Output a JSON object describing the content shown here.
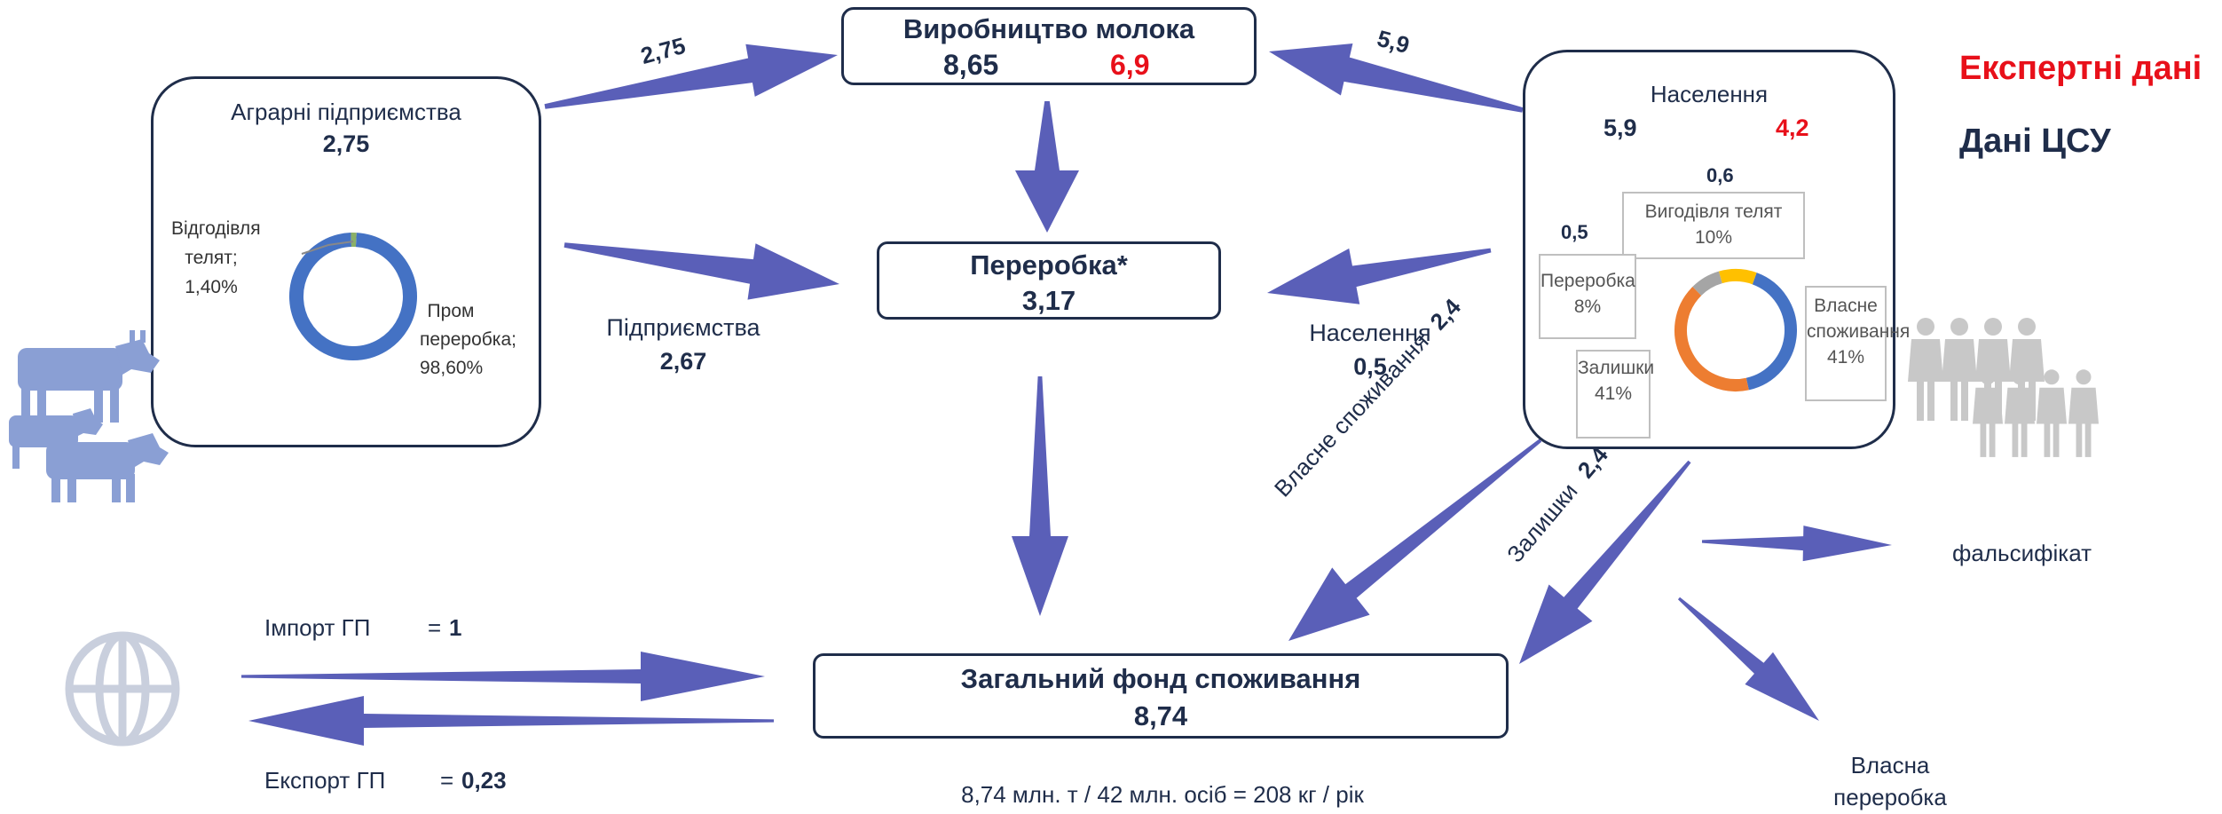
{
  "milk_production": {
    "title": "Виробництво молока",
    "value_stat": "8,65",
    "value_expert": "6,9"
  },
  "agrarian": {
    "title": "Аграрні підприємства",
    "value": "2,75",
    "donut_label_calves": "Відгодівля телят; 1,40%",
    "donut_label_industry": "Пром переробка; 98,60%"
  },
  "processing": {
    "title": "Переробка*",
    "value": "3,17"
  },
  "population": {
    "title": "Населення",
    "value_stat": "5,9",
    "value_expert": "4,2",
    "val_calves": "0,6",
    "val_processing": "0,5",
    "callout_calves": "Вигодівля телят 10%",
    "callout_processing": "Переробка 8%",
    "callout_own": "Власне споживання 41%",
    "callout_surplus": "Залишки 41%"
  },
  "fund": {
    "title": "Загальний фонд споживання",
    "value": "8,74"
  },
  "formula": "8,74 млн. т / 42 млн. осіб = 208 кг / рік",
  "arrows": {
    "agrarian_to_milk": "2,75",
    "population_to_milk": "5,9",
    "enterprises_label": "Підприємства",
    "enterprises_value": "2,67",
    "population_label": "Населення",
    "population_value": "0,5",
    "own_consumption_label": "Власне споживання",
    "own_consumption_value": "2,4",
    "surplus_label": "Залишки",
    "surplus_value": "2,4"
  },
  "trade": {
    "import_label": "Імпорт ГП",
    "import_eq": "=",
    "import_value": "1",
    "export_label": "Експорт ГП",
    "export_eq": "=",
    "export_value": "0,23"
  },
  "outputs": {
    "falsified": "фальсифікат",
    "own_processing": "Власна переробка"
  },
  "legend": {
    "expert": "Експертні дані",
    "official": "Дані ЦСУ"
  },
  "colors": {
    "arrow": "#5a5fb8",
    "navy": "#1f2d4a",
    "red": "#e8101a",
    "cow": "#8a9fd4",
    "people": "#c8c8c8",
    "globe": "#c9cfdd",
    "donut_blue": "#4472c4",
    "donut_orange": "#ed7d31",
    "donut_gray": "#a5a5a5",
    "donut_yellow": "#ffc000"
  },
  "chart_data": [
    {
      "type": "pie",
      "name": "agrarian-donut",
      "categories": [
        "Відгодівля телят",
        "Пром переробка"
      ],
      "values": [
        1.4,
        98.6
      ]
    },
    {
      "type": "pie",
      "name": "population-donut",
      "categories": [
        "Власне споживання",
        "Залишки",
        "Переробка",
        "Вигодівля телят"
      ],
      "values": [
        41,
        41,
        8,
        10
      ]
    }
  ]
}
